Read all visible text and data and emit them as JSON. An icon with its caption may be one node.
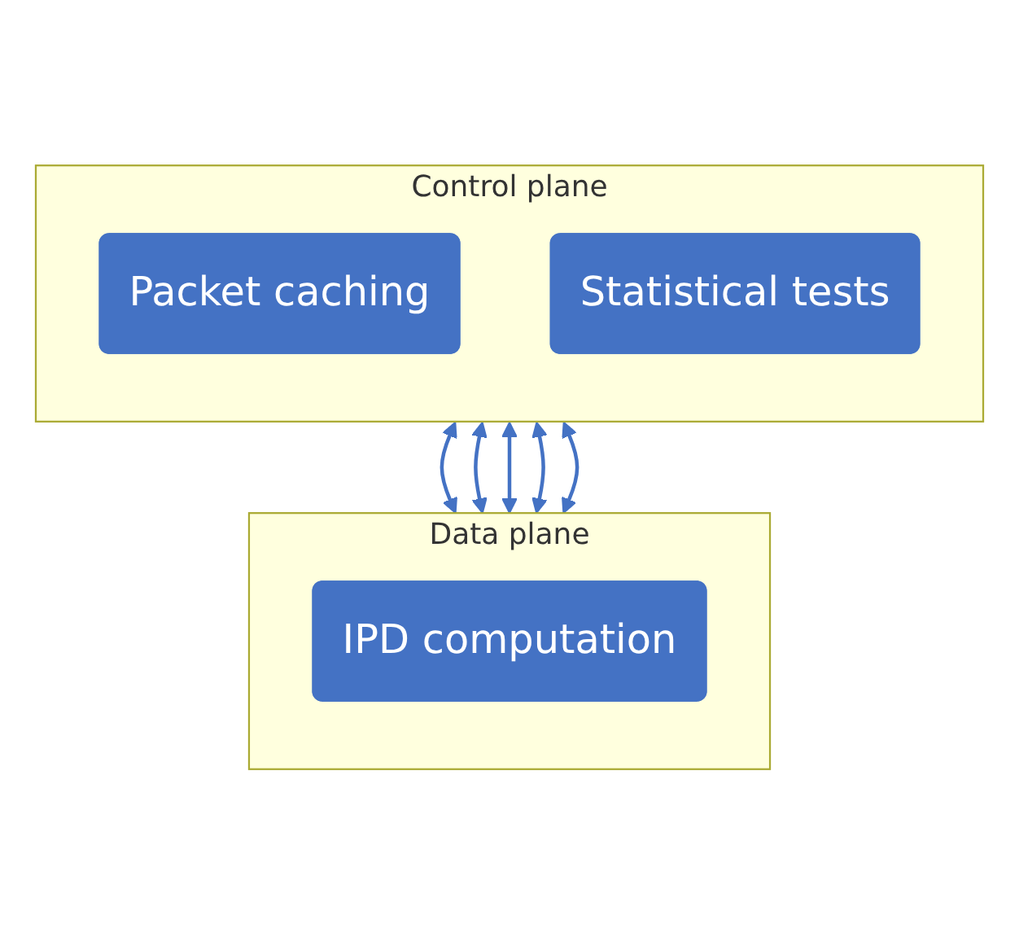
{
  "diagram": {
    "nodes": [
      {
        "text": [
          "Control plane"
        ]
      },
      {
        "text": [
          "Packet caching"
        ],
        "in": 0
      },
      {
        "text": [
          "Statistical tests"
        ],
        "in": 0
      },
      {
        "text": [
          "Data plane"
        ]
      },
      {
        "text": [
          "IPD computation"
        ],
        "in": 3
      }
    ],
    "edges": [
      {
        "from": 0,
        "to": 3,
        "arrow": "both"
      },
      {
        "from": 0,
        "to": 3,
        "arrow": "both"
      },
      {
        "from": 0,
        "to": 3,
        "arrow": "both"
      },
      {
        "from": 0,
        "to": 3,
        "arrow": "both"
      },
      {
        "from": 0,
        "to": 3,
        "arrow": "both"
      }
    ]
  }
}
